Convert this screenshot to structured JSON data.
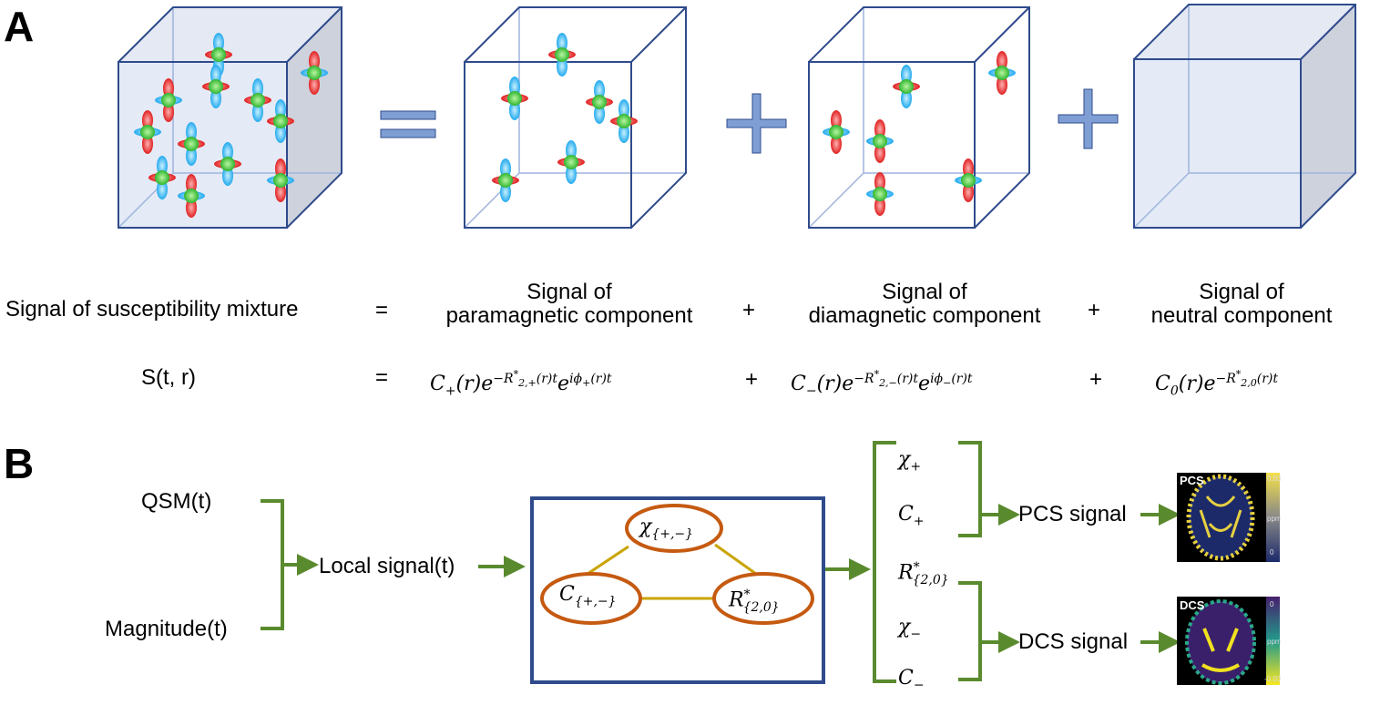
{
  "panel_labels": {
    "a": "A",
    "b": "B"
  },
  "colors": {
    "cube_edge": "#2f4b8c",
    "cube_fill": "#dfe6f4",
    "operator": "#7f9fd4",
    "arrow": "#5a8a2e",
    "box": "#2f4b8c",
    "ellipse": "#c55a11",
    "link": "#c9a400",
    "para_lobe": "#e02020",
    "dia_lobe": "#22aaee",
    "core": "#33cc33"
  },
  "equation_labels": {
    "lhs": "Signal of susceptibility mixture",
    "eq": "=",
    "plus": "+",
    "para": {
      "line1": "Signal of",
      "line2": "paramagnetic component"
    },
    "dia": {
      "line1": "Signal of",
      "line2": "diamagnetic component"
    },
    "neutral": {
      "line1": "Signal of",
      "line2": "neutral component"
    }
  },
  "formula": {
    "lhs": "S(t, r)",
    "eq": "=",
    "plus": "+",
    "para": {
      "c": "C",
      "c_sub": "+",
      "r": "(r)e",
      "exp_r": "−R",
      "exp_star": "*",
      "exp_sub": "2,+",
      "exp_rest": "(r)t",
      "e2": "e",
      "phase": "iϕ",
      "phase_sub": "+",
      "phase_rest": "(r)t"
    },
    "dia": {
      "c": "C",
      "c_sub": "−",
      "r": "(r)e",
      "exp_r": "−R",
      "exp_star": "*",
      "exp_sub": "2,−",
      "exp_rest": "(r)t",
      "e2": "e",
      "phase": "iϕ",
      "phase_sub": "−",
      "phase_rest": "(r)t"
    },
    "neutral": {
      "c": "C",
      "c_sub": "0",
      "r": "(r)e",
      "exp_r": "−R",
      "exp_star": "*",
      "exp_sub": "2,0",
      "exp_rest": "(r)t"
    }
  },
  "pipeline": {
    "inputs": [
      "QSM(t)",
      "Magnitude(t)"
    ],
    "local_signal": "Local signal(t)",
    "model": {
      "chi": {
        "base": "χ",
        "sub": "{+,−}"
      },
      "c": {
        "base": "C",
        "sub": "{+,−}"
      },
      "r": {
        "base": "R",
        "sup": "*",
        "sub": "{2,0}"
      }
    },
    "outputs": [
      {
        "base": "χ",
        "sub": "+"
      },
      {
        "base": "C",
        "sub": "+"
      },
      {
        "base": "R",
        "sup": "*",
        "sub": "{2,0}"
      },
      {
        "base": "χ",
        "sub": "−"
      },
      {
        "base": "C",
        "sub": "−"
      }
    ],
    "pcs_signal": "PCS signal",
    "dcs_signal": "DCS signal",
    "pcs_map": {
      "label": "PCS",
      "cb_max": "0.03",
      "cb_unit": "ppm",
      "cb_min": "0"
    },
    "dcs_map": {
      "label": "DCS",
      "cb_max": "0",
      "cb_unit": "ppm",
      "cb_min": "-0.03"
    }
  }
}
